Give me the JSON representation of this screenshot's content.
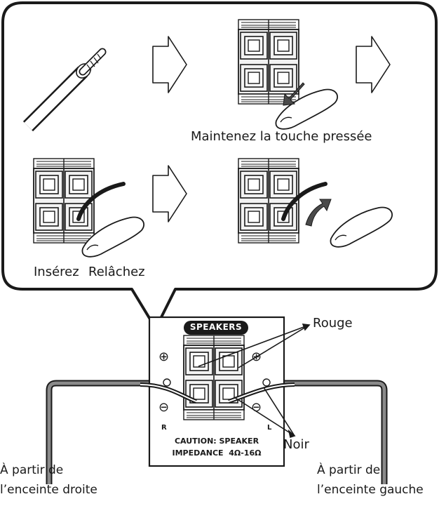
{
  "callout": {
    "step_hold": "Maintenez la touche pressée",
    "step_insert": "Insérez",
    "step_release": "Relâchez"
  },
  "panel": {
    "title": "SPEAKERS",
    "plus_symbol": "⊕",
    "minus_symbol": "⊖",
    "right_channel": "R",
    "left_channel": "L",
    "caution_line1": "CAUTION: SPEAKER",
    "caution_line2": "IMPEDANCE  4Ω-16Ω"
  },
  "wires": {
    "red_label": "Rouge",
    "black_label": "Noir"
  },
  "sources": {
    "right_line1": "À partir de",
    "right_line2": "l’enceinte droite",
    "left_line1": "À partir de",
    "left_line2": "l’enceinte gauche"
  },
  "colors": {
    "stroke": "#1a1a1a",
    "panel_fill": "#ffffff",
    "terminal_fill": "#f2f2f2",
    "badge_fill": "#1a1a1a",
    "arrow_fill": "#ffffff"
  },
  "icons": [
    "wire-icon",
    "step-arrow-icon",
    "finger-icon",
    "press-arrow-icon",
    "release-arrow-icon"
  ]
}
